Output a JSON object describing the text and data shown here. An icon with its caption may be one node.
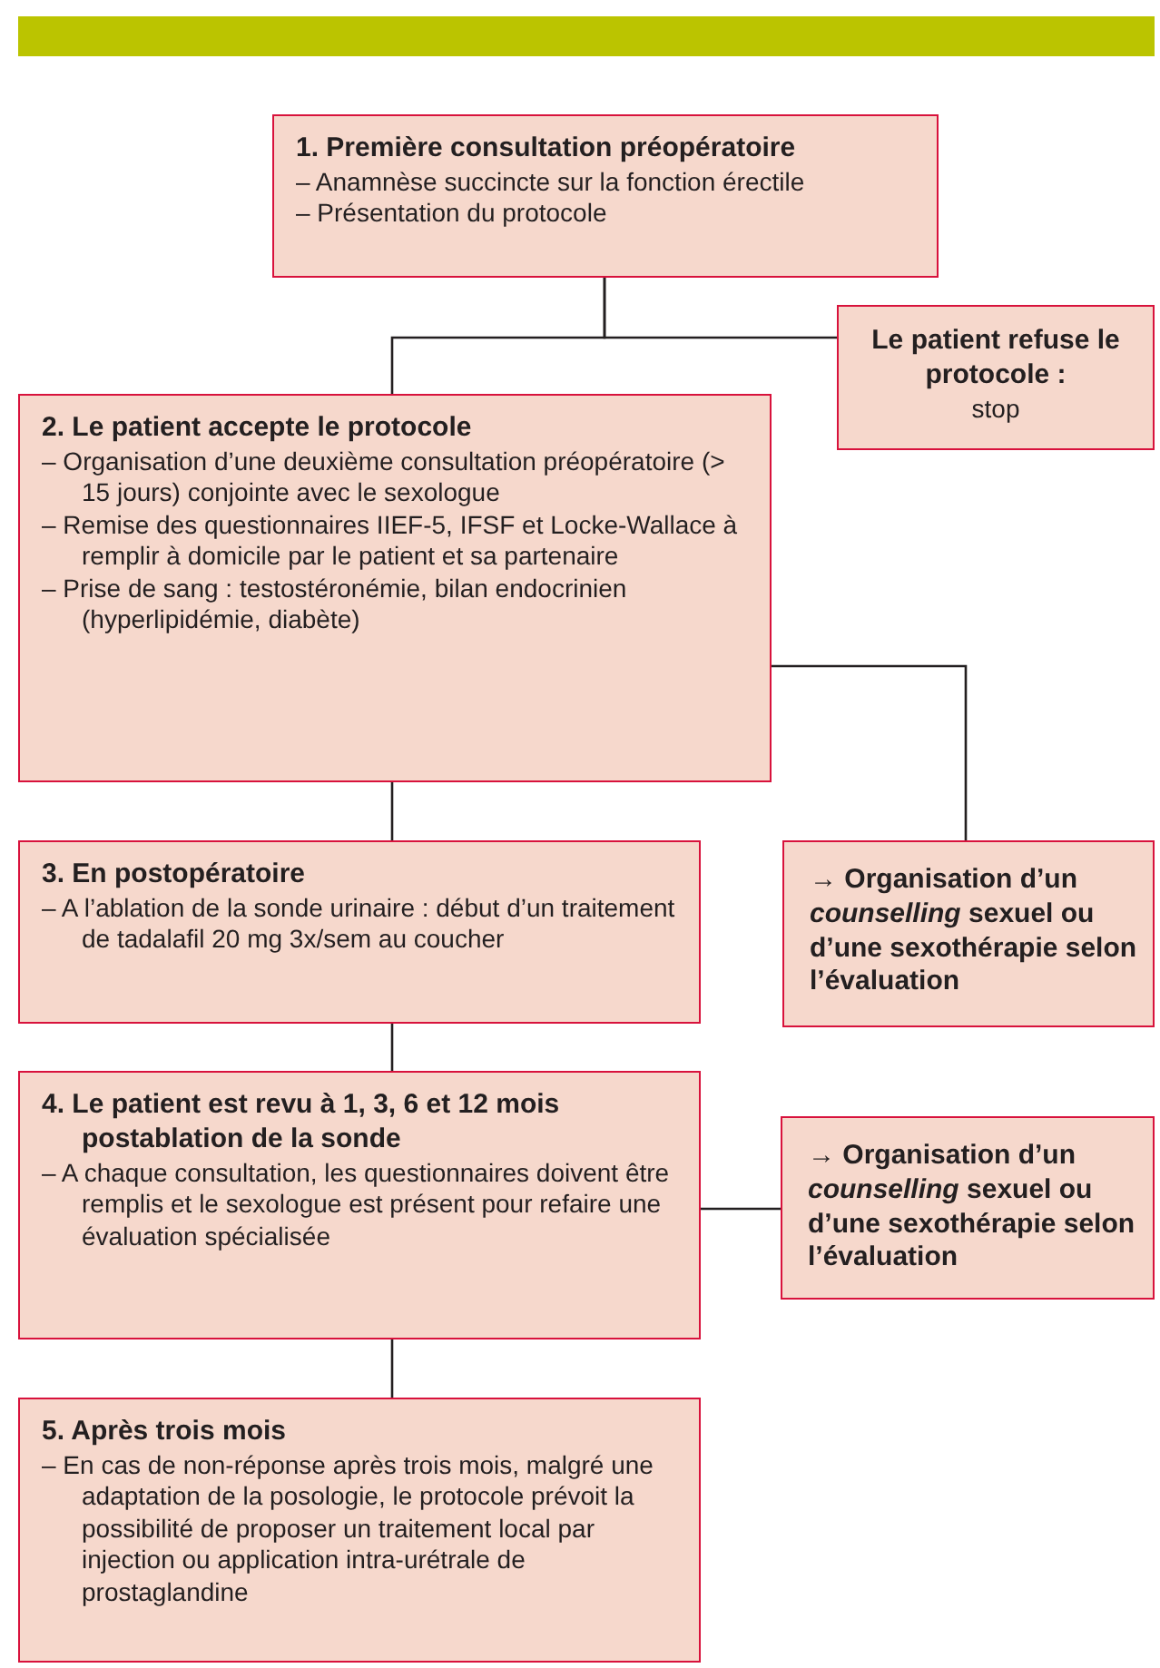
{
  "diagram": {
    "nodes": [
      {
        "text": [
          "1. Première consultation préopératoire",
          "– Anamnèse succincte sur la fonction érectile",
          "– Présentation du protocole"
        ]
      },
      {
        "text": [
          "Le patient refuse le protocole :",
          "stop"
        ]
      },
      {
        "text": [
          "2. Le patient accepte le protocole",
          "– Organisation d’une deuxième consultation préopératoire (> 15 jours) conjointe avec le sexologue",
          "– Remise des questionnaires IIEF-5, IFSF et Locke-Wallace à remplir à domicile par le patient et sa partenaire",
          "– Prise de sang : testostéronémie, bilan endocrinien (hyperlipidémie, diabète)"
        ]
      },
      {
        "text": [
          "3. En postopératoire",
          "– A l’ablation de la sonde urinaire : début d’un traitement de tadalafil 20 mg 3x/sem au coucher"
        ]
      },
      {
        "text": [
          "→ Organisation d’un *counselling* sexuel ou d’une sexothérapie selon l’évaluation"
        ]
      },
      {
        "text": [
          "4. Le patient est revu à 1, 3, 6 et 12 mois postablation de la sonde",
          "– A chaque consultation, les questionnaires doivent être remplis et le sexologue est présent pour refaire une évaluation spécialisée"
        ]
      },
      {
        "text": [
          "→ Organisation d’un *counselling* sexuel ou d’une sexothérapie selon l’évaluation"
        ]
      },
      {
        "text": [
          "5. Après trois mois",
          "– En cas de non-réponse après trois mois, malgré une adaptation de la posologie, le protocole prévoit la possibilité de proposer un traitement local par injection ou application intra-urétrale de prostaglandine"
        ]
      }
    ],
    "edges": [
      {
        "from": 0,
        "to": 2,
        "arrow": "none"
      },
      {
        "from": 0,
        "to": 1,
        "arrow": "none"
      },
      {
        "from": 2,
        "to": 4,
        "arrow": "none"
      },
      {
        "from": 2,
        "to": 3,
        "arrow": "none"
      },
      {
        "from": 3,
        "to": 5,
        "arrow": "none"
      },
      {
        "from": 5,
        "to": 6,
        "arrow": "none"
      },
      {
        "from": 5,
        "to": 7,
        "arrow": "none"
      }
    ]
  }
}
